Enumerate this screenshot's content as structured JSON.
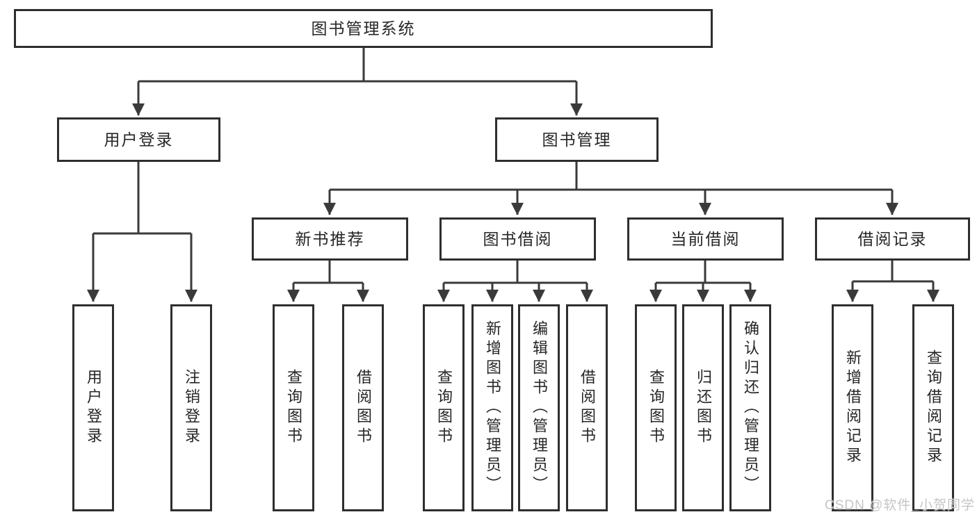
{
  "tree": {
    "label": "图书管理系统",
    "children": [
      {
        "label": "用户登录",
        "children": [
          {
            "label": "用户登录"
          },
          {
            "label": "注销登录"
          }
        ]
      },
      {
        "label": "图书管理",
        "children": [
          {
            "label": "新书推荐",
            "children": [
              {
                "label": "查询图书"
              },
              {
                "label": "借阅图书"
              }
            ]
          },
          {
            "label": "图书借阅",
            "children": [
              {
                "label": "查询图书"
              },
              {
                "label": "新增图书（管理员）"
              },
              {
                "label": "编辑图书（管理员）"
              },
              {
                "label": "借阅图书"
              }
            ]
          },
          {
            "label": "当前借阅",
            "children": [
              {
                "label": "查询图书"
              },
              {
                "label": "归还图书"
              },
              {
                "label": "确认归还（管理员）"
              }
            ]
          },
          {
            "label": "借阅记录",
            "children": [
              {
                "label": "新增借阅记录"
              },
              {
                "label": "查询借阅记录"
              }
            ]
          }
        ]
      }
    ]
  },
  "watermark": {
    "text": "CSDN @软件_小贺同学"
  },
  "colors": {
    "background": "#ffffff",
    "box_border": "#2e2e2e",
    "connector_line": "#3a3a3a",
    "text": "#262626",
    "watermark_text": "#c5c5c5"
  }
}
